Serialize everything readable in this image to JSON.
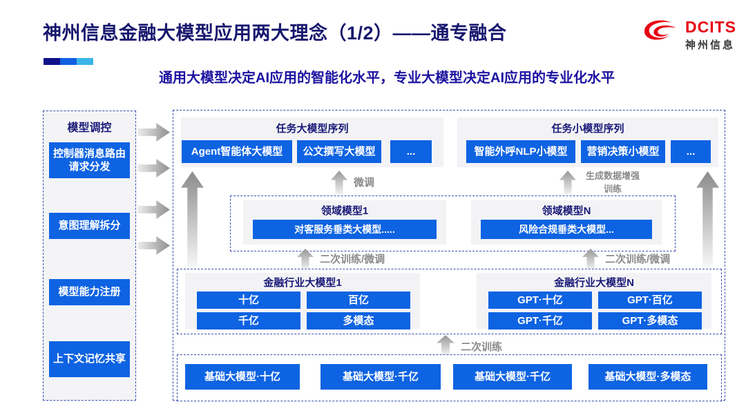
{
  "header": {
    "title": "神州信息金融大模型应用两大理念（1/2）——通专融合",
    "subtitle": "通用大模型决定AI应用的智能化水平，专业大模型决定AI应用的专业化水平",
    "logo_brand": "DCITS",
    "logo_brand_cn": "神州信息"
  },
  "colors": {
    "title_navy": "#17176e",
    "subtitle_blue": "#1c12a0",
    "box_blue": "#0e63e2",
    "section_header_navy": "#1a1a78",
    "logo_red": "#e60012",
    "flow_label_gray": "#8a8a8a",
    "accent_bar": [
      "#10108c",
      "#1060e0",
      "#3ab5e8"
    ]
  },
  "sidebar": {
    "title": "模型调控",
    "items": [
      "控制器消息路由请求分发",
      "意图理解拆分",
      "模型能力注册",
      "上下文记忆共享"
    ]
  },
  "task_large_models": {
    "title": "任务大模型序列",
    "items": [
      "Agent智能体大模型",
      "公文撰写大模型",
      "..."
    ]
  },
  "task_small_models": {
    "title": "任务小模型序列",
    "items": [
      "智能外呼NLP小模型",
      "营销决策小模型",
      "..."
    ]
  },
  "flow_labels": {
    "fine_tune": "微调",
    "gen_data_training": "生成数据增强训练",
    "retrain_finetune_left": "二次训练/微调",
    "retrain_finetune_right": "二次训练/微调",
    "retrain": "二次训练"
  },
  "domain_models": [
    {
      "title": "领域模型1",
      "model": "对客服务垂类大模型....."
    },
    {
      "title": "领域模型N",
      "model": "风险合规垂类大模型..."
    }
  ],
  "industry_models": [
    {
      "title": "金融行业大模型1",
      "items": [
        "十亿",
        "百亿",
        "千亿",
        "多模态"
      ]
    },
    {
      "title": "金融行业大模型N",
      "items": [
        "GPT·十亿",
        "GPT·百亿",
        "GPT·千亿",
        "GPT·多模态"
      ]
    }
  ],
  "foundation_models": [
    "基础大模型·十亿",
    "基础大模型·千亿",
    "基础大模型·千亿",
    "基础大模型·多模态"
  ]
}
